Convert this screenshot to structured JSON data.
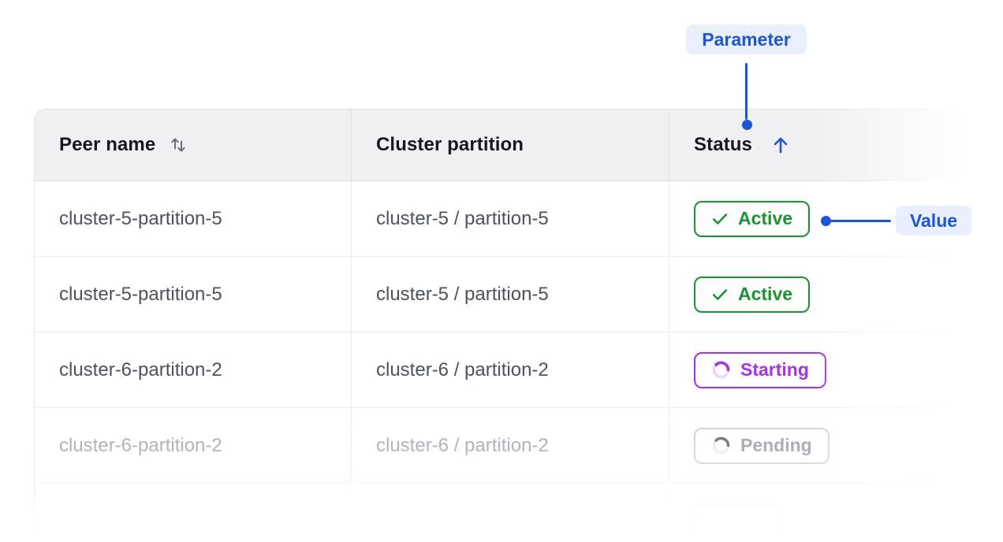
{
  "annotations": {
    "parameter": {
      "label": "Parameter"
    },
    "value": {
      "label": "Value"
    }
  },
  "table": {
    "columns": [
      {
        "label": "Peer name",
        "sort_icon": "sort-both"
      },
      {
        "label": "Cluster partition",
        "sort_icon": null
      },
      {
        "label": "Status",
        "sort_icon": "sort-ascending"
      }
    ],
    "rows": [
      {
        "peer_name": "cluster-5-partition-5",
        "cluster_partition": "cluster-5 / partition-5",
        "status": "Active"
      },
      {
        "peer_name": "cluster-5-partition-5",
        "cluster_partition": "cluster-5 / partition-5",
        "status": "Active"
      },
      {
        "peer_name": "cluster-6-partition-2",
        "cluster_partition": "cluster-6 / partition-2",
        "status": "Starting"
      },
      {
        "peer_name": "cluster-6-partition-2",
        "cluster_partition": "cluster-6 / partition-2",
        "status": "Pending"
      },
      {
        "peer_name": "",
        "cluster_partition": "",
        "status": ""
      }
    ]
  },
  "colors": {
    "accent_blue": "#1a56db",
    "annotation_pill_bg": "#e9effc",
    "status_active_green": "#15982b",
    "status_starting_purple": "#a62ff0",
    "status_pending_gray": "#949aa2",
    "header_bg": "#f0f0f2",
    "header_text": "#15181e",
    "cell_text": "#4c525e",
    "faded_cell_text": "#9ba1a9",
    "table_border": "#e3e4e7"
  }
}
